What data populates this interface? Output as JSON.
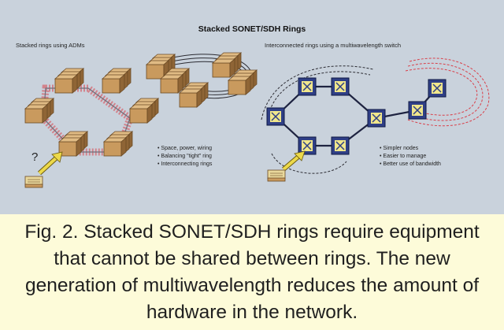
{
  "figure": {
    "title": "Stacked SONET/SDH Rings",
    "left_panel": {
      "heading": "Stacked rings using ADMs",
      "bullets": [
        "Space, power, wiring",
        "Balancing \"tight\" ring",
        "Interconnecting rings"
      ],
      "question_mark": "?"
    },
    "right_panel": {
      "heading": "Interconnected rings using a multiwavelength switch",
      "bullets": [
        "Simpler nodes",
        "Easier to manage",
        "Better use of bandwidth"
      ]
    }
  },
  "caption": {
    "text": "Fig. 2. Stacked SONET/SDH rings require equipment that cannot be shared between rings. The new generation of multiwavelength reduces the amount of hardware in the network."
  },
  "colors": {
    "figure_background": "#c9d2dc",
    "caption_background": "#fdfbd9",
    "adm_box": "#c99a5e",
    "switch_node": "#2f3f86",
    "switch_face": "#f0e68c",
    "red_link": "#d9414b",
    "pointer_arrow": "#ecd94a"
  }
}
